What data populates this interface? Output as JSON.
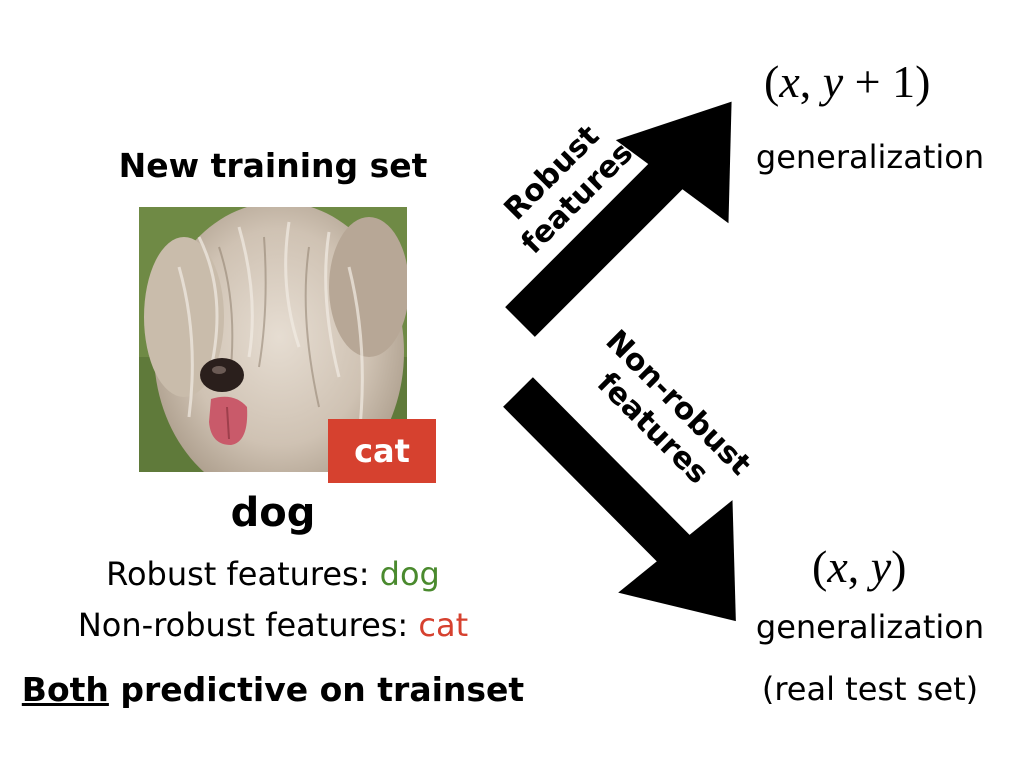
{
  "left": {
    "title": "New training set",
    "image_label_tag": "cat",
    "true_label": "dog",
    "robust_line": {
      "prefix": "Robust features: ",
      "value": "dog",
      "color": "#4a8a2e"
    },
    "nonrobust_line": {
      "prefix": "Non-robust features: ",
      "value": "cat",
      "color": "#d6412f"
    },
    "footer": {
      "underlined": "Both",
      "rest": " predictive on trainset"
    },
    "tag_color": "#d6412f"
  },
  "arrows": {
    "robust": {
      "line1": "Robust",
      "line2": "features"
    },
    "nonrobust": {
      "line1": "Non-robust",
      "line2": "features"
    }
  },
  "right_top": {
    "math": {
      "open": "(",
      "x": "x",
      "comma": ",",
      "y": "y",
      "plus": "+",
      "one": "1",
      "close": ")"
    },
    "label": "generalization"
  },
  "right_bottom": {
    "math": {
      "open": "(",
      "x": "x",
      "comma": ",",
      "y": "y",
      "close": ")"
    },
    "label": "generalization",
    "sublabel": "(real test set)"
  },
  "icons": {
    "photo": "dog-photo",
    "arrow_up": "arrow-up-right-icon",
    "arrow_down": "arrow-down-right-icon"
  }
}
